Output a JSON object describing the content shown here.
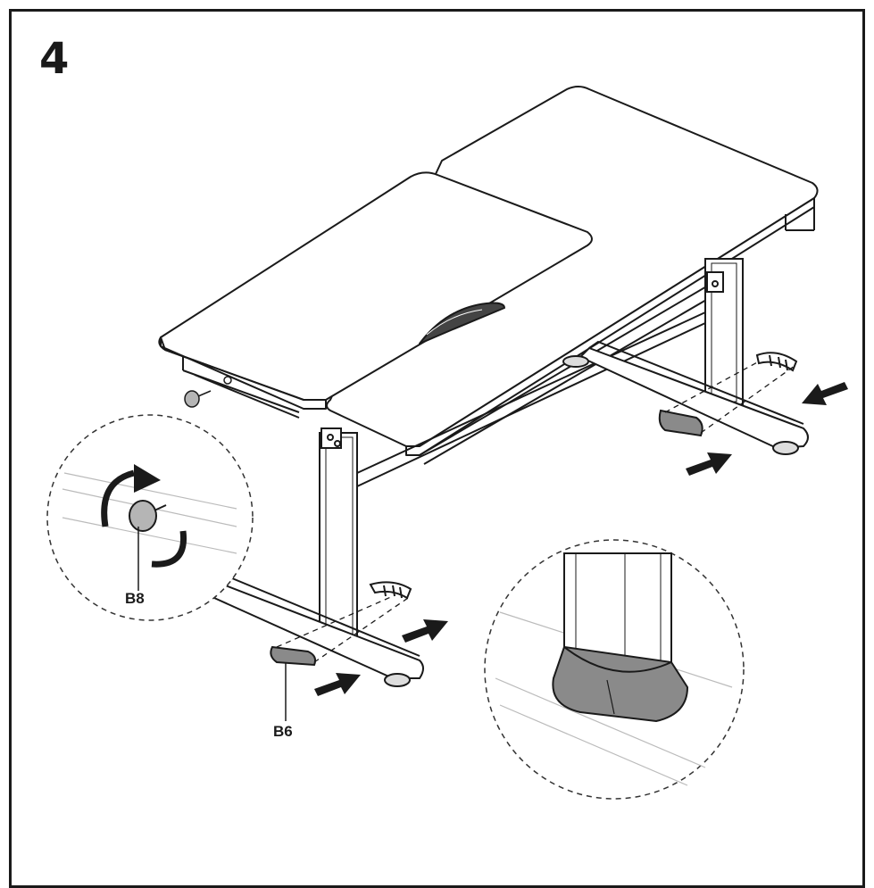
{
  "step": {
    "number": "4"
  },
  "labels": {
    "b8": "B8",
    "b6": "B6"
  },
  "icons": {
    "rotate": "clockwise-rotate-arrow-icon",
    "push": "push-arrow-icon"
  },
  "colors": {
    "outline": "#1a1a1a",
    "part_fill": "#8a8a8a",
    "knob_fill": "#b5b5b5",
    "dashed": "#333333"
  }
}
